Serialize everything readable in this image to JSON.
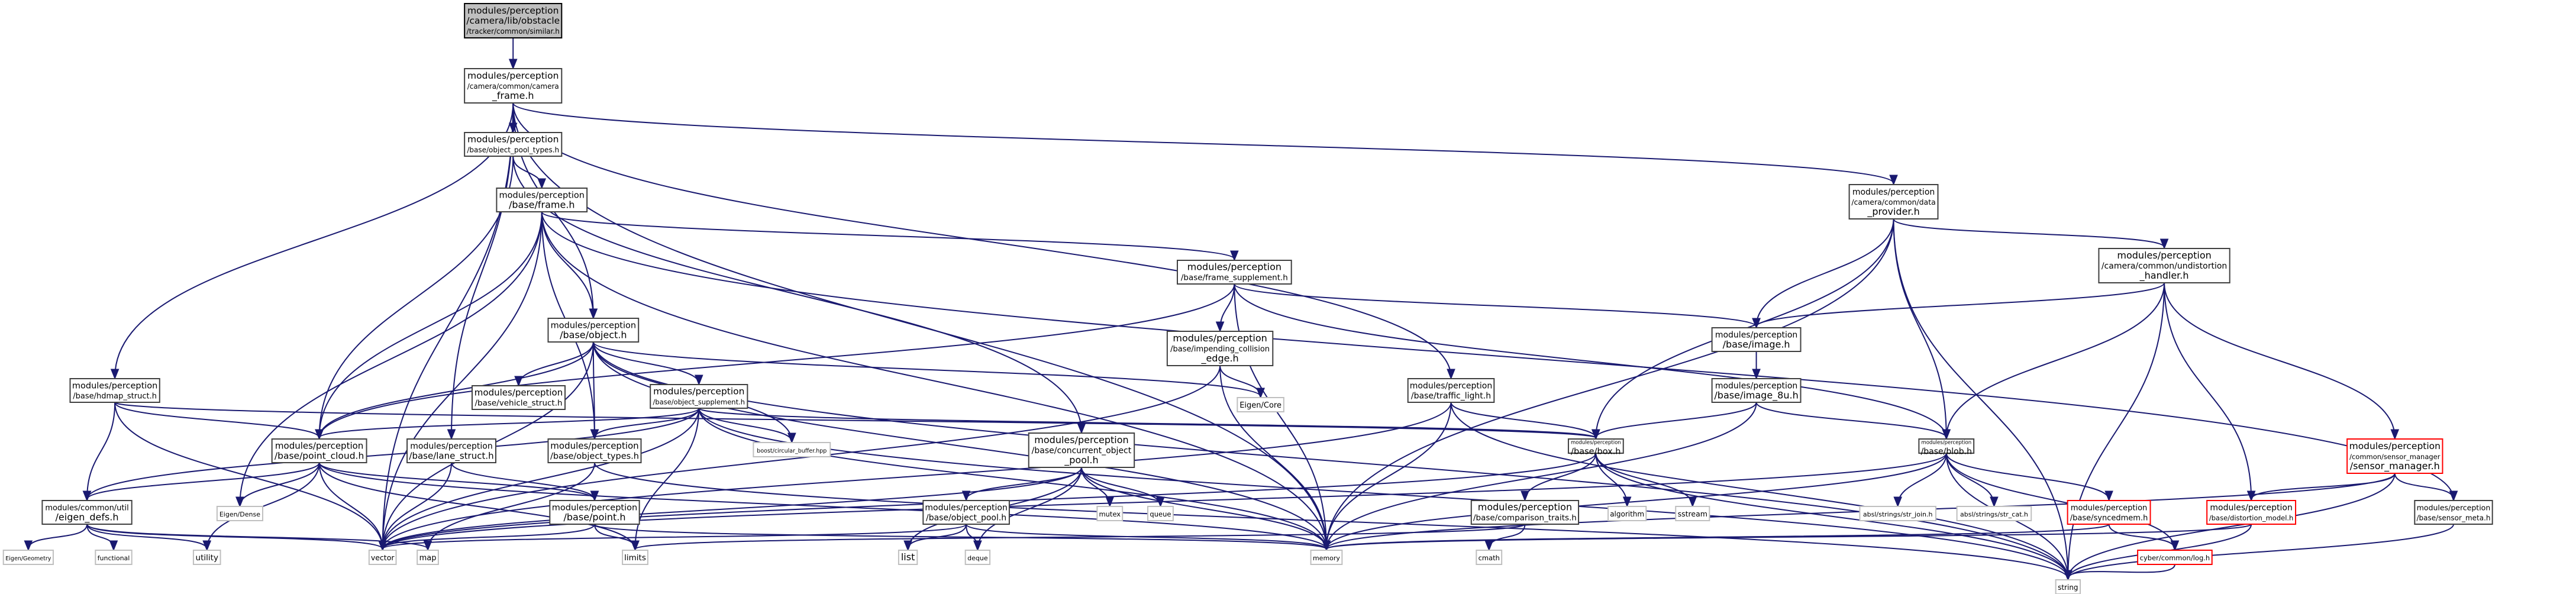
{
  "nodes": {
    "n0": {
      "lines": [
        "modules/perception",
        "/camera/lib/obstacle",
        "/tracker/common/similar.h"
      ]
    },
    "n1": {
      "lines": [
        "modules/perception",
        "/camera/common/camera",
        "_frame.h"
      ]
    },
    "n2": {
      "lines": [
        "modules/perception",
        "/base/object_pool_types.h"
      ]
    },
    "n3": {
      "lines": [
        "modules/perception",
        "/base/frame.h"
      ]
    },
    "n4": {
      "lines": [
        "modules/perception",
        "/base/object.h"
      ]
    },
    "n5": {
      "lines": [
        "modules/perception",
        "/base/frame_supplement.h"
      ]
    },
    "n6": {
      "lines": [
        "modules/perception",
        "/camera/common/data",
        "_provider.h"
      ]
    },
    "n7": {
      "lines": [
        "modules/perception",
        "/camera/common/undistortion",
        "_handler.h"
      ]
    },
    "n8": {
      "lines": [
        "modules/perception",
        "/base/impending_collision",
        "_edge.h"
      ]
    },
    "n9": {
      "lines": [
        "modules/perception",
        "/base/image.h"
      ]
    },
    "n10": {
      "lines": [
        "Eigen/Core"
      ]
    },
    "n11": {
      "lines": [
        "modules/perception",
        "/base/vehicle_struct.h"
      ]
    },
    "n12": {
      "lines": [
        "modules/perception",
        "/base/object_supplement.h"
      ]
    },
    "n13": {
      "lines": [
        "modules/perception",
        "/base/hdmap_struct.h"
      ]
    },
    "n14": {
      "lines": [
        "modules/perception",
        "/base/traffic_light.h"
      ]
    },
    "n15": {
      "lines": [
        "modules/perception",
        "/base/image_8u.h"
      ]
    },
    "n16": {
      "lines": [
        "modules/perception",
        "/base/point_cloud.h"
      ]
    },
    "n17": {
      "lines": [
        "modules/perception",
        "/base/lane_struct.h"
      ]
    },
    "n18": {
      "lines": [
        "modules/perception",
        "/base/object_types.h"
      ]
    },
    "n19": {
      "lines": [
        "boost/circular_buffer.hpp"
      ]
    },
    "n20": {
      "lines": [
        "modules/perception",
        "/base/concurrent_object",
        "_pool.h"
      ]
    },
    "n21": {
      "lines": [
        "modules/perception",
        "/base/box.h"
      ]
    },
    "n22": {
      "lines": [
        "modules/perception",
        "/base/blob.h"
      ]
    },
    "n23": {
      "lines": [
        "modules/perception",
        "/common/sensor_manager",
        "/sensor_manager.h"
      ]
    },
    "n24": {
      "lines": [
        "modules/common/util",
        "/eigen_defs.h"
      ]
    },
    "n25": {
      "lines": [
        "Eigen/Dense"
      ]
    },
    "n26": {
      "lines": [
        "modules/perception",
        "/base/point.h"
      ]
    },
    "n27": {
      "lines": [
        "modules/perception",
        "/base/object_pool.h"
      ]
    },
    "n28": {
      "lines": [
        "mutex"
      ]
    },
    "n29": {
      "lines": [
        "queue"
      ]
    },
    "n30": {
      "lines": [
        "modules/perception",
        "/base/comparison_traits.h"
      ]
    },
    "n31": {
      "lines": [
        "algorithm"
      ]
    },
    "n32": {
      "lines": [
        "sstream"
      ]
    },
    "n33": {
      "lines": [
        "absl/strings/str_join.h"
      ]
    },
    "n34": {
      "lines": [
        "absl/strings/str_cat.h"
      ]
    },
    "n35": {
      "lines": [
        "modules/perception",
        "/base/syncedmem.h"
      ]
    },
    "n36": {
      "lines": [
        "modules/perception",
        "/base/distortion_model.h"
      ]
    },
    "n37": {
      "lines": [
        "modules/perception",
        "/base/sensor_meta.h"
      ]
    },
    "n38": {
      "lines": [
        "Eigen/Geometry"
      ]
    },
    "n39": {
      "lines": [
        "functional"
      ]
    },
    "n40": {
      "lines": [
        "utility"
      ]
    },
    "n41": {
      "lines": [
        "vector"
      ]
    },
    "n42": {
      "lines": [
        "map"
      ]
    },
    "n43": {
      "lines": [
        "limits"
      ]
    },
    "n44": {
      "lines": [
        "list"
      ]
    },
    "n45": {
      "lines": [
        "deque"
      ]
    },
    "n46": {
      "lines": [
        "memory"
      ]
    },
    "n47": {
      "lines": [
        "cmath"
      ]
    },
    "n48": {
      "lines": [
        "cyber/common/log.h"
      ]
    },
    "n49": {
      "lines": [
        "string"
      ]
    }
  }
}
